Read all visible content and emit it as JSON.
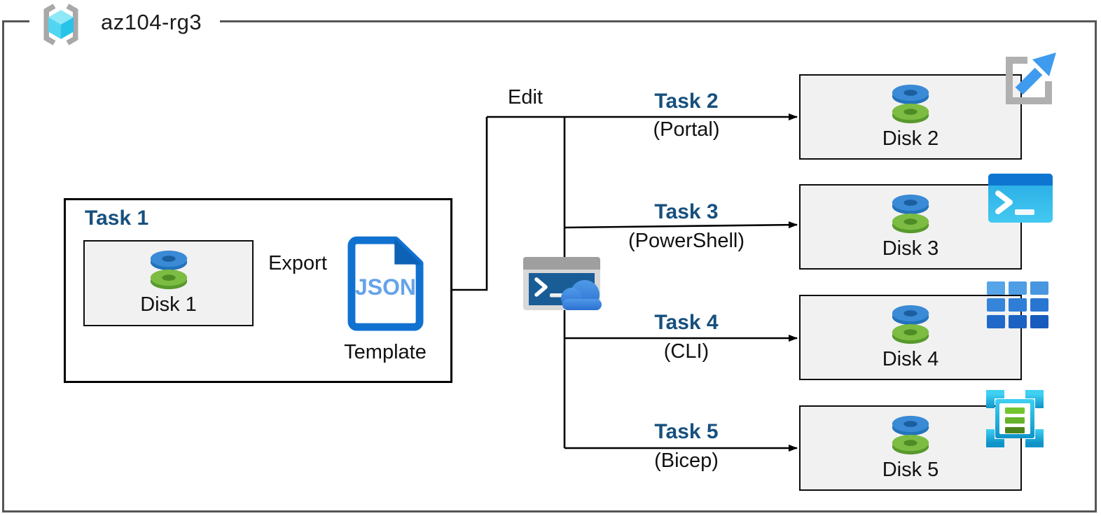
{
  "diagram": {
    "resource_group": "az104-rg3",
    "edit_label": "Edit",
    "task1": {
      "title": "Task 1",
      "disk_label": "Disk 1",
      "export_label": "Export",
      "template_file_text": "JSON",
      "template_label": "Template"
    },
    "tasks": [
      {
        "title": "Task 2",
        "method": "(Portal)",
        "disk_label": "Disk 2",
        "icon": "portal-open-icon"
      },
      {
        "title": "Task 3",
        "method": "(PowerShell)",
        "disk_label": "Disk 3",
        "icon": "powershell-icon"
      },
      {
        "title": "Task 4",
        "method": "(CLI)",
        "disk_label": "Disk 4",
        "icon": "cli-grid-icon"
      },
      {
        "title": "Task 5",
        "method": "(Bicep)",
        "disk_label": "Disk 5",
        "icon": "bicep-template-icon"
      }
    ],
    "colors": {
      "task_title": "#17507e",
      "outer_border": "#565656",
      "box_fill": "#f1f1f1",
      "line": "#000000",
      "disk_blue": "#3a8ad6",
      "disk_green": "#7cbc42",
      "json_doc_blue": "#1071d0",
      "json_text_blue": "#66a3e8",
      "cloud_blue": "#3b82d8",
      "cyan_icon": "#29b9e6"
    }
  }
}
